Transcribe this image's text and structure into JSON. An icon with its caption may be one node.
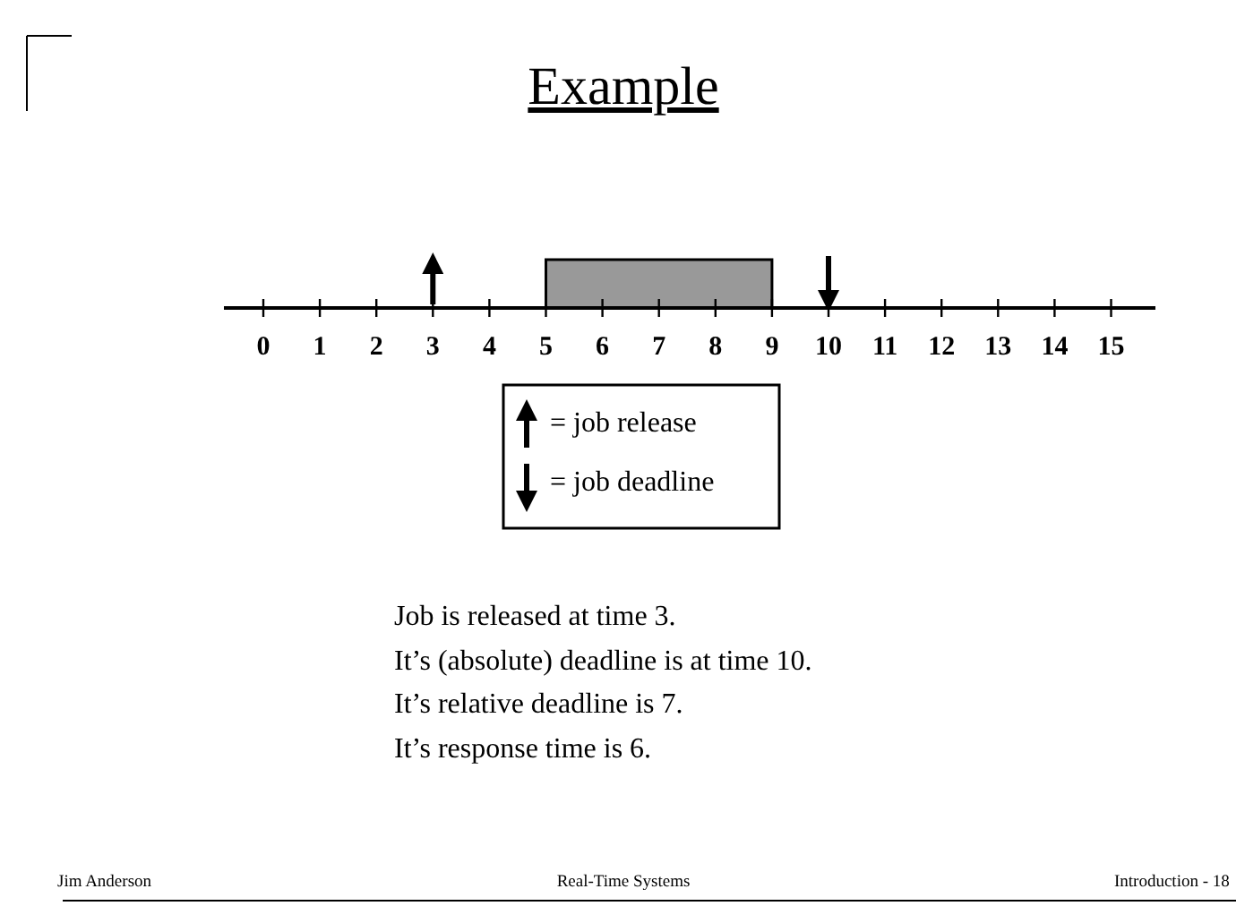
{
  "diagram": {
    "title": "Example",
    "nodes": [
      {
        "text": [],
        "shape": "bar"
      }
    ],
    "labels": [
      "0",
      "1",
      "2",
      "3",
      "4",
      "5",
      "6",
      "7",
      "8",
      "9",
      "10",
      "11",
      "12",
      "13",
      "14",
      "15",
      "Job is released at time 3.",
      "It’s (absolute) deadline is at time 10.",
      "It’s relative deadline is 7.",
      "It’s response time is 6.",
      "Jim Anderson",
      "Real-Time Systems",
      "Introduction -  18"
    ],
    "legend": [
      {
        "text": "= job release"
      },
      {
        "text": "= job deadline"
      }
    ]
  }
}
